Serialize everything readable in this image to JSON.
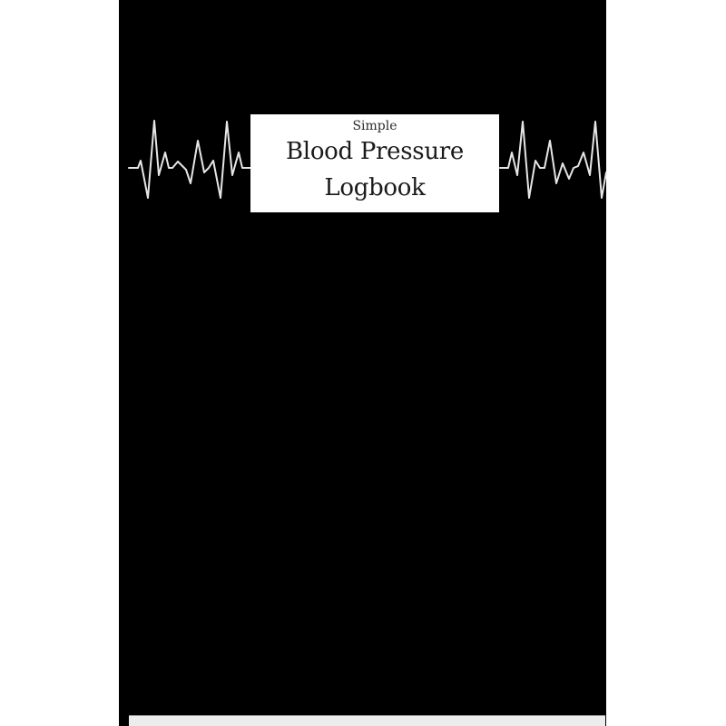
{
  "cover": {
    "subtitle": "Simple",
    "title_line1": "Blood Pressure",
    "title_line2": "Logbook",
    "background_color": "#000000",
    "title_box_color": "#ffffff",
    "waveform_color": "#e6e6e6"
  },
  "decorations": {
    "left_waveform": "heartbeat-ecg-line",
    "right_waveform": "heartbeat-ecg-line"
  }
}
